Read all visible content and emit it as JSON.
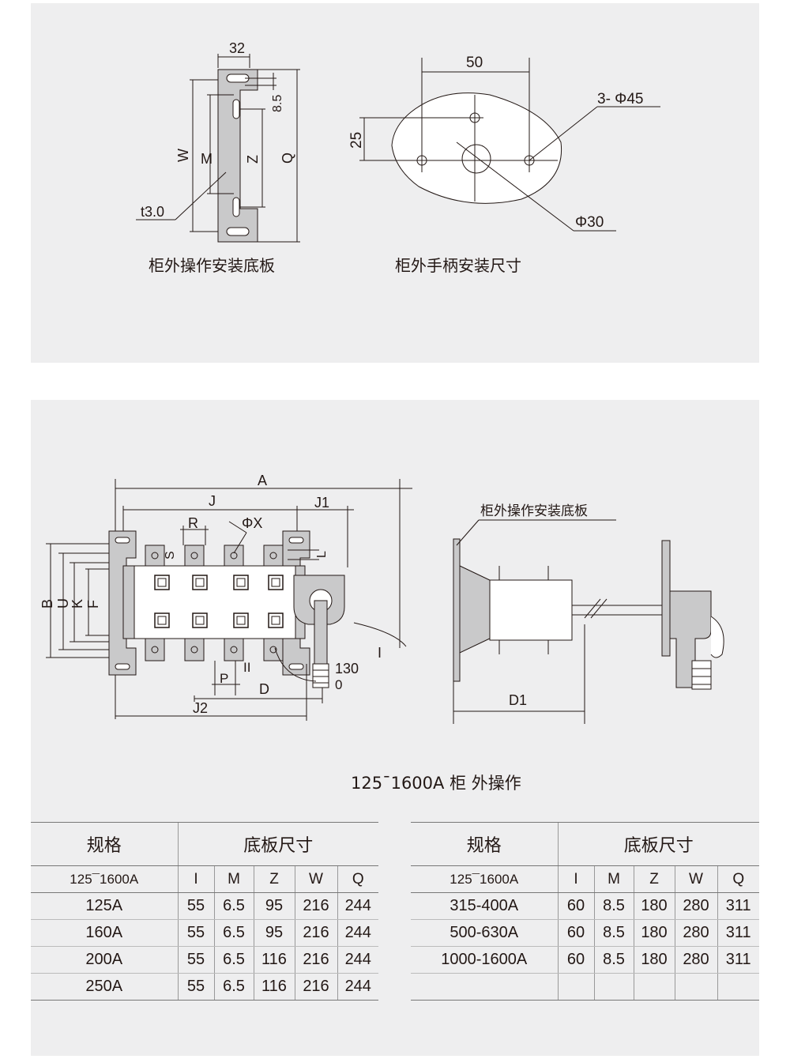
{
  "top_panel": {
    "left_drawing": {
      "caption": "柜外操作安装底板",
      "dim_32": "32",
      "dim_8_5": "8.5",
      "dim_W": "W",
      "dim_M": "M",
      "dim_Z": "Z",
      "dim_Q": "Q",
      "dim_t": "t3.0"
    },
    "right_drawing": {
      "caption": "柜外手柄安装尺寸",
      "dim_50": "50",
      "dim_25": "25",
      "dim_holes": "3- Φ45",
      "dim_center": "Φ30"
    }
  },
  "bottom_panel": {
    "front_view": {
      "A": "A",
      "J": "J",
      "J1": "J1",
      "R": "R",
      "PhiX": "ΦX",
      "S": "S",
      "L": "L",
      "B": "B",
      "U": "U",
      "K": "K",
      "F": "F",
      "P": "P",
      "II": "II",
      "D": "D",
      "J2": "J2",
      "angle": "130",
      "I": "I",
      "zero": "0"
    },
    "side_view": {
      "plate_label": "柜外操作安装底板",
      "D1": "D1"
    },
    "title": "125¯1600A 柜 外操作"
  },
  "tables": {
    "header_spec": "规格",
    "header_plate": "底板尺寸",
    "columns": [
      "I",
      "M",
      "Z",
      "W",
      "Q"
    ],
    "left": {
      "range": "125¯1600A",
      "rows": [
        {
          "spec": "125A",
          "values": [
            "55",
            "6.5",
            "95",
            "216",
            "244"
          ]
        },
        {
          "spec": "160A",
          "values": [
            "55",
            "6.5",
            "95",
            "216",
            "244"
          ]
        },
        {
          "spec": "200A",
          "values": [
            "55",
            "6.5",
            "116",
            "216",
            "244"
          ]
        },
        {
          "spec": "250A",
          "values": [
            "55",
            "6.5",
            "116",
            "216",
            "244"
          ]
        }
      ]
    },
    "right": {
      "range": "125¯1600A",
      "rows": [
        {
          "spec": "315-400A",
          "values": [
            "60",
            "8.5",
            "180",
            "280",
            "311"
          ]
        },
        {
          "spec": "500-630A",
          "values": [
            "60",
            "8.5",
            "180",
            "280",
            "311"
          ]
        },
        {
          "spec": "1000-1600A",
          "values": [
            "60",
            "8.5",
            "180",
            "280",
            "311"
          ]
        },
        {
          "spec": "",
          "values": [
            "",
            "",
            "",
            "",
            ""
          ]
        }
      ]
    }
  }
}
